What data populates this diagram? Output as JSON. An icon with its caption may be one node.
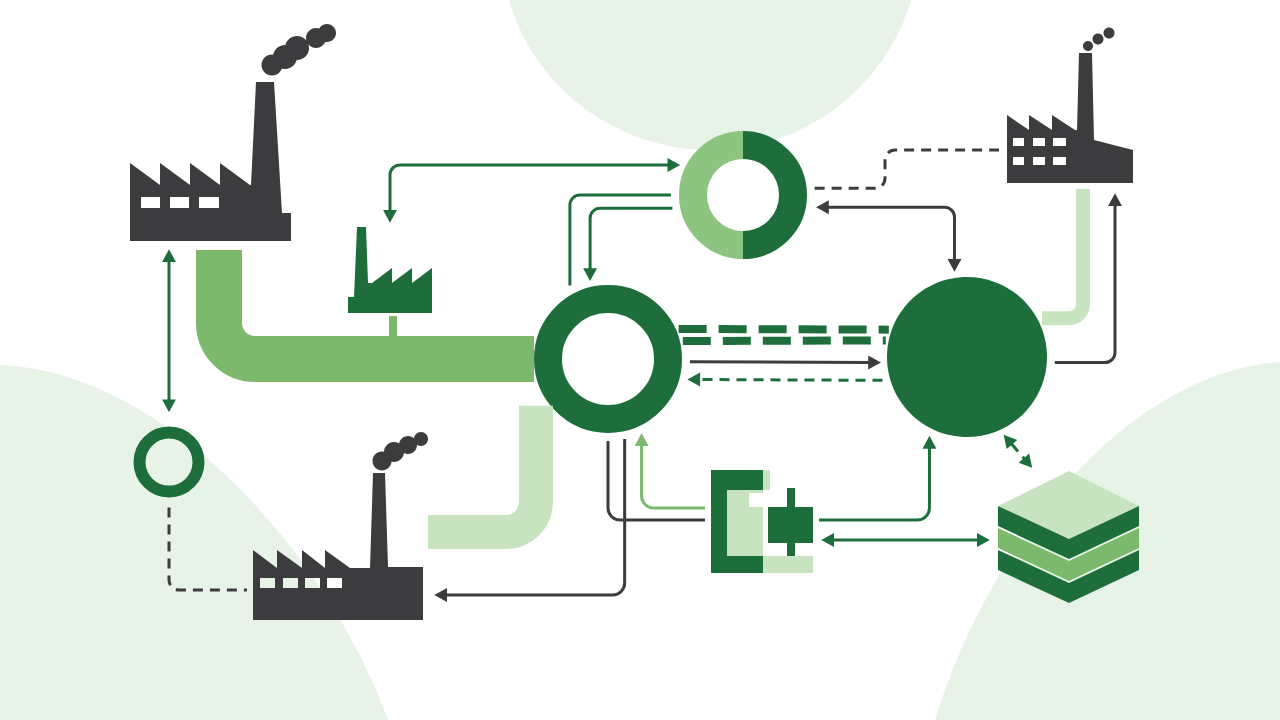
{
  "diagram": {
    "nodes": [
      {
        "text": [],
        "shape": "picture"
      },
      {
        "text": [],
        "shape": "picture"
      },
      {
        "text": [],
        "shape": "circle"
      },
      {
        "text": [],
        "shape": "picture"
      },
      {
        "text": [],
        "shape": "circle"
      },
      {
        "text": [],
        "shape": "circle"
      },
      {
        "text": [],
        "shape": "circle"
      },
      {
        "text": [],
        "shape": "picture"
      },
      {
        "text": [],
        "shape": "picture"
      },
      {
        "text": [],
        "shape": "picture"
      }
    ],
    "edges": [
      {
        "from": 0,
        "to": 6,
        "arrow": "both"
      },
      {
        "from": 6,
        "to": 7,
        "arrow": "none",
        "style": "dashed",
        "color": "#3c3c3e"
      },
      {
        "from": 2,
        "to": 1,
        "arrow": "both"
      },
      {
        "from": 4,
        "to": 2,
        "arrow": "none"
      },
      {
        "from": 2,
        "to": 4,
        "arrow": "to"
      },
      {
        "from": 2,
        "to": 3,
        "arrow": "none",
        "style": "dashed",
        "color": "#3c3c3e"
      },
      {
        "from": 2,
        "to": 5,
        "arrow": "both",
        "color": "#3c3c3e"
      },
      {
        "from": 5,
        "to": 3,
        "arrow": "to",
        "color": "#3c3c3e"
      },
      {
        "from": 3,
        "to": 5,
        "arrow": "none",
        "style": "thick",
        "color": "#c8e3bf"
      },
      {
        "from": 0,
        "to": 4,
        "arrow": "none",
        "style": "thick",
        "color": "#7db96d"
      },
      {
        "from": 1,
        "to": 4,
        "arrow": "none",
        "style": "thick",
        "color": "#7db96d"
      },
      {
        "from": 4,
        "to": 7,
        "arrow": "none",
        "style": "thick",
        "color": "#c8e3bf"
      },
      {
        "from": 4,
        "to": 5,
        "arrow": "none",
        "style": "dashed"
      },
      {
        "from": 4,
        "to": 5,
        "arrow": "to",
        "color": "#3c3c3e"
      },
      {
        "from": 5,
        "to": 4,
        "arrow": "to",
        "style": "dashed"
      },
      {
        "from": 4,
        "to": 8,
        "arrow": "none",
        "color": "#3c3c3e"
      },
      {
        "from": 4,
        "to": 7,
        "arrow": "to",
        "color": "#3c3c3e"
      },
      {
        "from": 8,
        "to": 4,
        "arrow": "to",
        "color": "#7db96d"
      },
      {
        "from": 8,
        "to": 5,
        "arrow": "to"
      },
      {
        "from": 8,
        "to": 9,
        "arrow": "both"
      },
      {
        "from": 5,
        "to": 9,
        "arrow": "both",
        "style": "dashed"
      }
    ]
  }
}
